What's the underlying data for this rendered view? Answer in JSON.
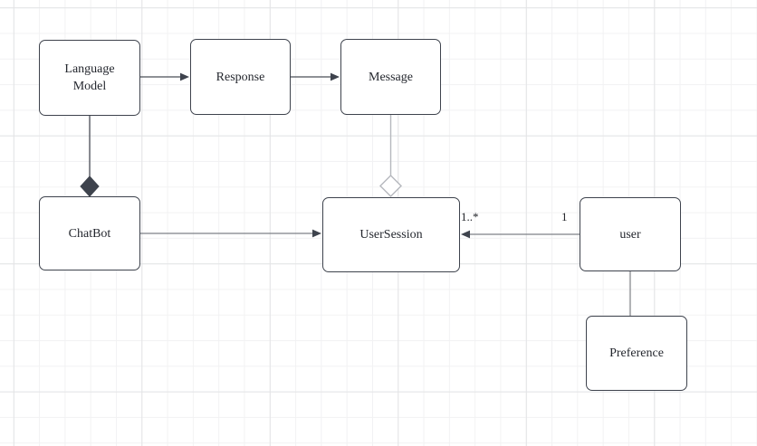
{
  "canvas": {
    "background_color": "#ffffff",
    "grid_minor_color": "#f2f2f3",
    "grid_major_color": "#e3e4e6"
  },
  "colors": {
    "node_border": "#3e434d",
    "node_fill": "#ffffff",
    "edge_dark": "#4b4f58",
    "edge_medium": "#7e8187",
    "edge_light": "#b5b8bd",
    "arrowhead": "#3e434d",
    "text": "#24272e"
  },
  "nodes": [
    {
      "id": "language-model",
      "label": "Language Model"
    },
    {
      "id": "response",
      "label": "Response"
    },
    {
      "id": "message",
      "label": "Message"
    },
    {
      "id": "chatbot",
      "label": "ChatBot"
    },
    {
      "id": "usersession",
      "label": "UserSession"
    },
    {
      "id": "user",
      "label": "user"
    },
    {
      "id": "preference",
      "label": "Preference"
    }
  ],
  "edges": [
    {
      "from": "Language Model",
      "to": "Response",
      "type": "directed-arrow"
    },
    {
      "from": "Response",
      "to": "Message",
      "type": "directed-arrow"
    },
    {
      "from": "Language Model",
      "to": "ChatBot",
      "type": "composition"
    },
    {
      "from": "Message",
      "to": "UserSession",
      "type": "aggregation"
    },
    {
      "from": "ChatBot",
      "to": "UserSession",
      "type": "directed-arrow"
    },
    {
      "from": "user",
      "to": "UserSession",
      "type": "directed-arrow",
      "source_multiplicity": "1",
      "target_multiplicity": "1..*"
    },
    {
      "from": "user",
      "to": "Preference",
      "type": "line"
    }
  ]
}
